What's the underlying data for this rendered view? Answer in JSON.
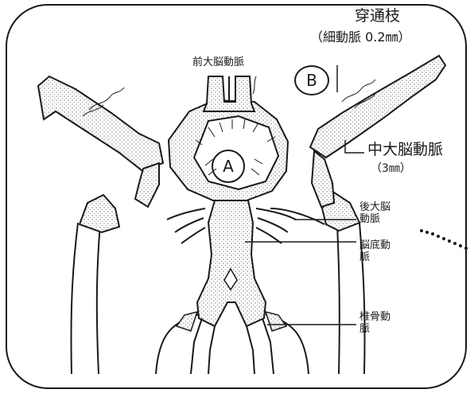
{
  "labels": {
    "perforator_title": "穿通枝",
    "perforator_detail": "（細動脈 0.2㎜）",
    "anterior_cerebral_artery": "前大脳動脈",
    "middle_cerebral_artery": "中大脳動脈",
    "middle_cerebral_size": "（3㎜）",
    "posterior_cerebral_artery": "後大脳動脈",
    "basilar_artery": "脳底動脈",
    "vertebral_artery": "椎骨動脈"
  },
  "markers": {
    "a": "A",
    "b": "B"
  },
  "colors": {
    "line": "#1a1a1a",
    "vessel_fill": "#dcdcdc",
    "paper": "#ffffff"
  }
}
